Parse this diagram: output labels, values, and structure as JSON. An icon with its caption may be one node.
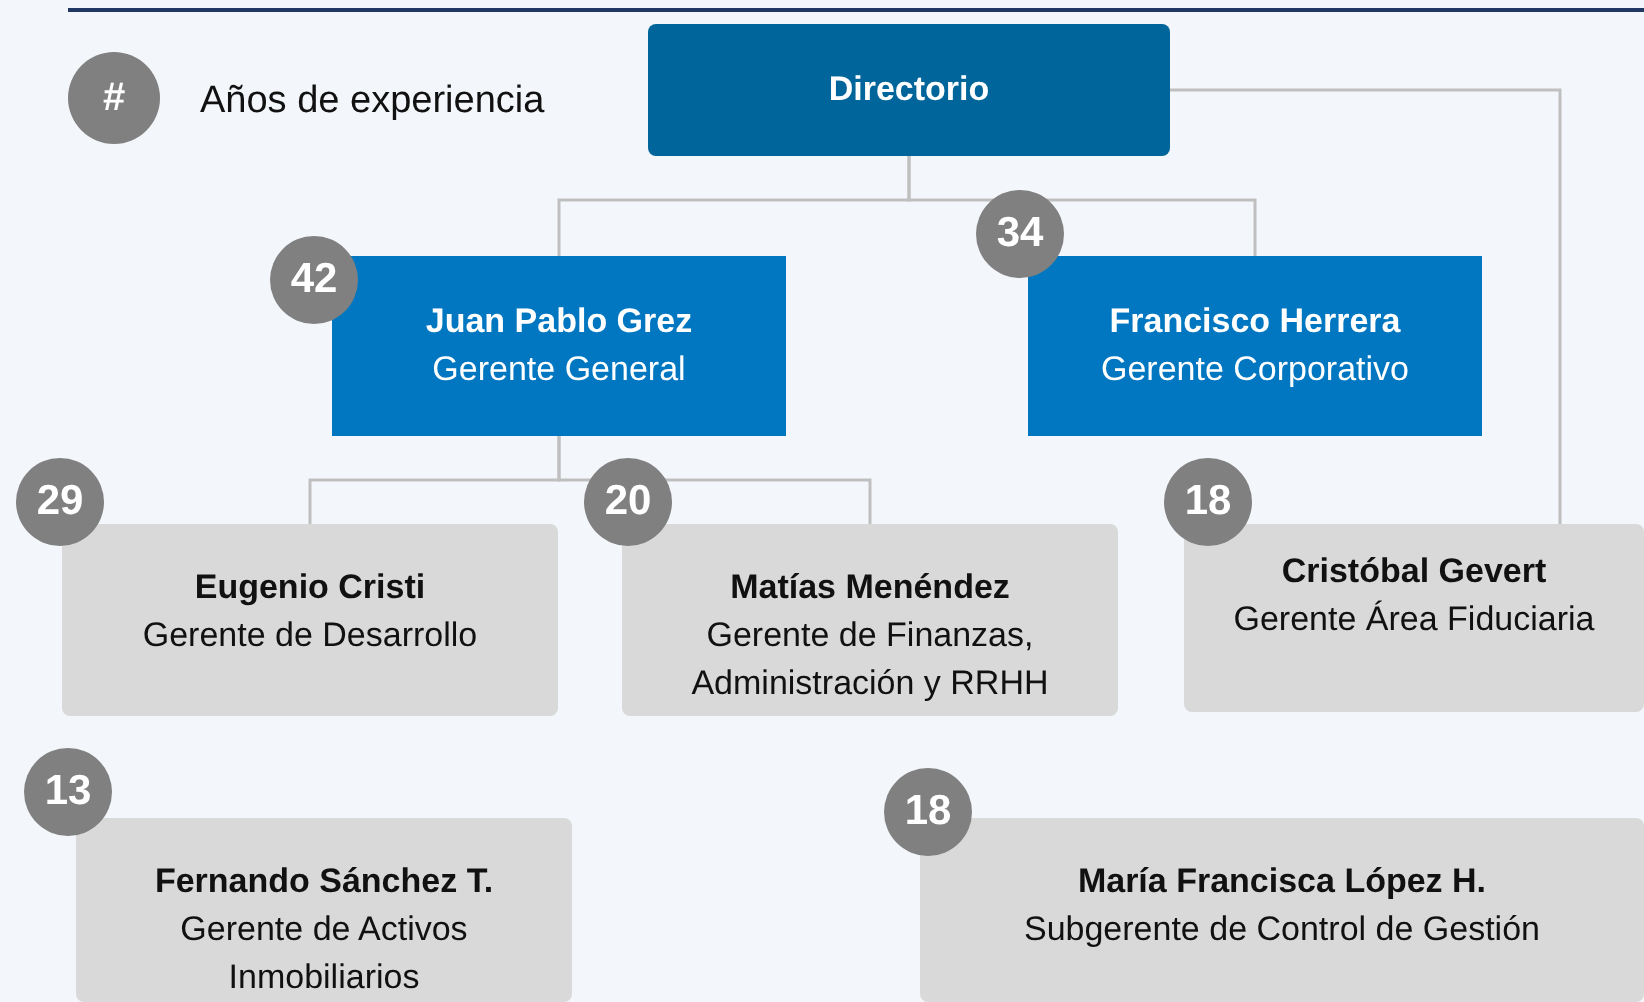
{
  "diagram": {
    "nodes": [
      {
        "text": [
          "Directorio"
        ]
      },
      {
        "text": [
          "Juan Pablo Grez",
          "Gerente General"
        ],
        "beside": [
          "42"
        ]
      },
      {
        "text": [
          "Francisco Herrera",
          "Gerente Corporativo"
        ],
        "beside": [
          "34"
        ]
      },
      {
        "text": [
          "Eugenio Cristi",
          "Gerente de Desarrollo"
        ],
        "beside": [
          "29"
        ]
      },
      {
        "text": [
          "Matías Menéndez",
          "Gerente de Finanzas, Administración y RRHH"
        ],
        "beside": [
          "20"
        ]
      },
      {
        "text": [
          "Cristóbal Gevert",
          "Gerente Área Fiduciaria"
        ],
        "beside": [
          "18"
        ]
      },
      {
        "text": [
          "Fernando Sánchez T.",
          "Gerente de Activos Inmobiliarios"
        ],
        "beside": [
          "13"
        ]
      },
      {
        "text": [
          "María Francisca López H.",
          "Subgerente de Control de Gestión"
        ],
        "beside": [
          "18"
        ]
      }
    ],
    "edges": [
      {
        "from": 0,
        "to": 1,
        "arrow": "none"
      },
      {
        "from": 0,
        "to": 2,
        "arrow": "none"
      },
      {
        "from": 1,
        "to": 3,
        "arrow": "none"
      },
      {
        "from": 1,
        "to": 4,
        "arrow": "none"
      },
      {
        "from": 0,
        "to": 5,
        "arrow": "none"
      }
    ],
    "labels": [
      "#"
    ],
    "legend": [
      {
        "text": "Años de experiencia",
        "color": "#808080"
      }
    ]
  }
}
